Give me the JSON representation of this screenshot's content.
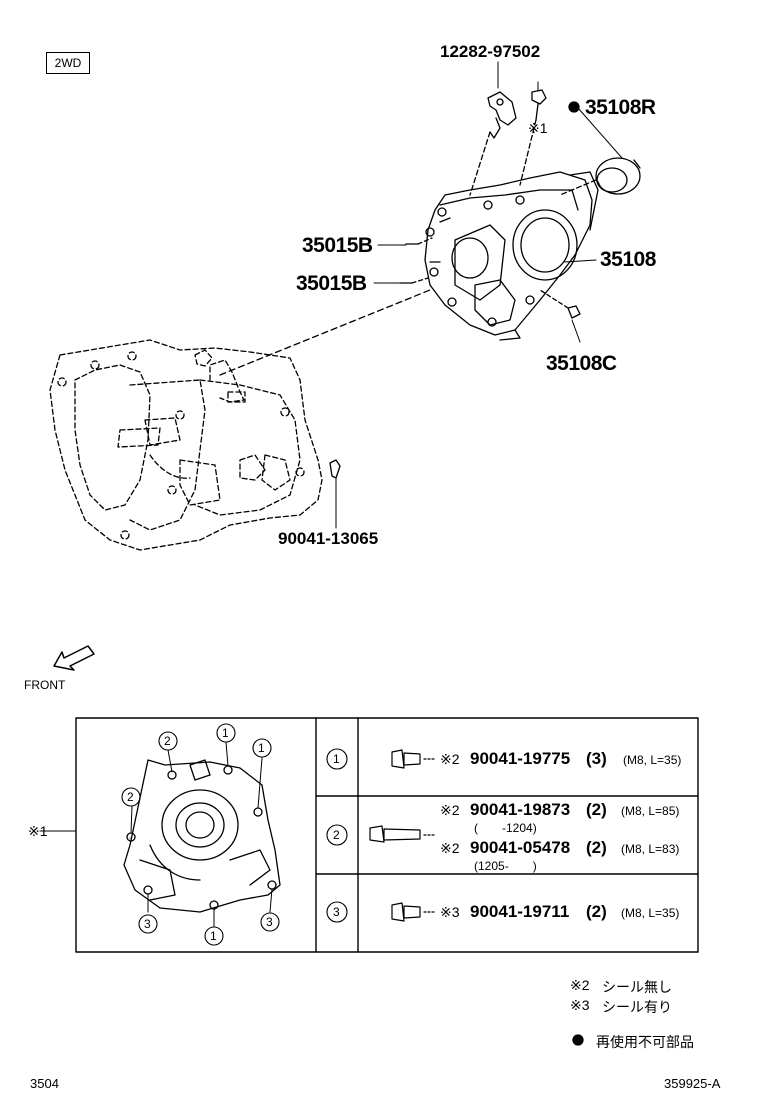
{
  "tag": "2WD",
  "front_label": "FRONT",
  "parts": {
    "p12282": "12282-97502",
    "p35108r": "35108R",
    "note_x1": "※1",
    "p35015b_1": "35015B",
    "p35015b_2": "35015B",
    "p35108": "35108",
    "p35108c": "35108C",
    "p90041_13065": "90041-13065"
  },
  "table": {
    "ref_label": "※1",
    "row1": {
      "circle": "1",
      "note": "※2",
      "part": "90041-19775",
      "qty": "(3)",
      "spec": "(M8, L=35)"
    },
    "row2": {
      "circle": "2",
      "a_note": "※2",
      "a_part": "90041-19873",
      "a_qty": "(2)",
      "a_spec": "(M8, L=85)",
      "a_range": "(　　-1204)",
      "b_note": "※2",
      "b_part": "90041-05478",
      "b_qty": "(2)",
      "b_spec": "(M8, L=83)",
      "b_range": "(1205-　　)"
    },
    "row3": {
      "circle": "3",
      "note": "※3",
      "part": "90041-19711",
      "qty": "(2)",
      "spec": "(M8, L=35)"
    }
  },
  "callouts": [
    "2",
    "1",
    "1",
    "2",
    "3",
    "1",
    "3"
  ],
  "legend": {
    "l1_mark": "※2",
    "l1_text": "シール無し",
    "l2_mark": "※3",
    "l2_text": "シール有り",
    "l3_text": "再使用不可部品"
  },
  "footer": {
    "left": "3504",
    "right": "359925-A"
  }
}
